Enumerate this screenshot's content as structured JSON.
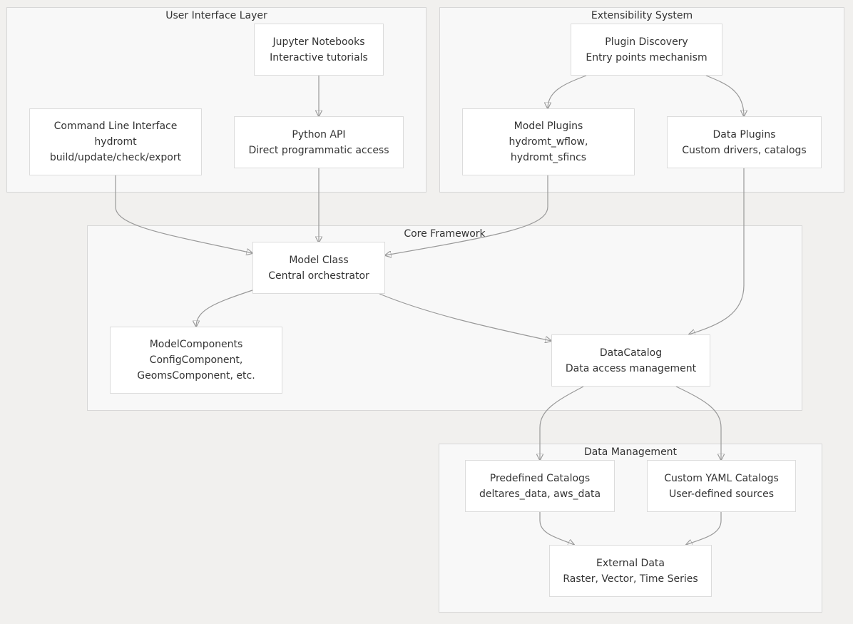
{
  "clusters": {
    "ui_layer": {
      "title": "User Interface Layer"
    },
    "extensibility": {
      "title": "Extensibility System"
    },
    "core": {
      "title": "Core Framework"
    },
    "data_mgmt": {
      "title": "Data Management"
    }
  },
  "nodes": {
    "jupyter": {
      "lines": [
        "Jupyter Notebooks",
        "Interactive tutorials"
      ]
    },
    "cli": {
      "lines": [
        "Command Line Interface",
        "hydromt",
        "build/update/check/export"
      ]
    },
    "python_api": {
      "lines": [
        "Python API",
        "Direct programmatic access"
      ]
    },
    "plugin_discovery": {
      "lines": [
        "Plugin Discovery",
        "Entry points mechanism"
      ]
    },
    "model_plugins": {
      "lines": [
        "Model Plugins",
        "hydromt_wflow,",
        "hydromt_sfincs"
      ]
    },
    "data_plugins": {
      "lines": [
        "Data Plugins",
        "Custom drivers, catalogs"
      ]
    },
    "model_class": {
      "lines": [
        "Model Class",
        "Central orchestrator"
      ]
    },
    "model_components": {
      "lines": [
        "ModelComponents",
        "ConfigComponent,",
        "GeomsComponent, etc."
      ]
    },
    "data_catalog": {
      "lines": [
        "DataCatalog",
        "Data access management"
      ]
    },
    "predefined_catalogs": {
      "lines": [
        "Predefined Catalogs",
        "deltares_data, aws_data"
      ]
    },
    "custom_yaml": {
      "lines": [
        "Custom YAML Catalogs",
        "User-defined sources"
      ]
    },
    "external_data": {
      "lines": [
        "External Data",
        "Raster, Vector, Time Series"
      ]
    }
  },
  "edges": [
    {
      "from": "jupyter",
      "to": "python_api"
    },
    {
      "from": "cli",
      "to": "model_class"
    },
    {
      "from": "python_api",
      "to": "model_class"
    },
    {
      "from": "plugin_discovery",
      "to": "model_plugins"
    },
    {
      "from": "plugin_discovery",
      "to": "data_plugins"
    },
    {
      "from": "model_plugins",
      "to": "model_class"
    },
    {
      "from": "data_plugins",
      "to": "data_catalog"
    },
    {
      "from": "model_class",
      "to": "model_components"
    },
    {
      "from": "model_class",
      "to": "data_catalog"
    },
    {
      "from": "data_catalog",
      "to": "predefined_catalogs"
    },
    {
      "from": "data_catalog",
      "to": "custom_yaml"
    },
    {
      "from": "predefined_catalogs",
      "to": "external_data"
    },
    {
      "from": "custom_yaml",
      "to": "external_data"
    }
  ],
  "colors": {
    "background": "#f1f0ee",
    "cluster_fill": "#f8f8f8",
    "node_fill": "#ffffff",
    "edge": "#999999",
    "text": "#333333"
  }
}
